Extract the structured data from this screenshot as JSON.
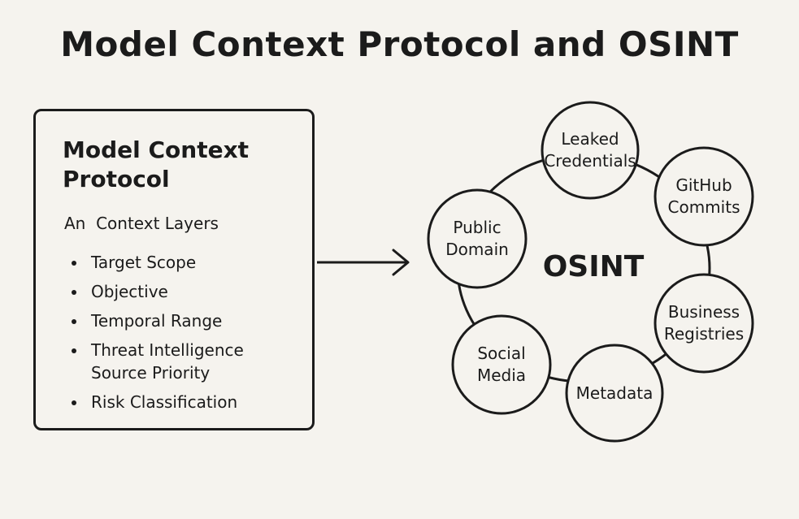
{
  "title": "Model Context Protocol and OSINT",
  "mcp": {
    "title": "Model Context Protocol",
    "subtitle": "An  Context Layers",
    "layers": [
      "Target Scope",
      "Objective",
      "Temporal Range",
      "Threat Intelligence Source Priority",
      "Risk Classification"
    ]
  },
  "osint": {
    "center_label": "OSINT",
    "nodes": [
      "Leaked\nCredentials",
      "GitHub\nCommits",
      "Business\nRegistries",
      "Metadata",
      "Social\nMedia",
      "Public\nDomain"
    ]
  }
}
